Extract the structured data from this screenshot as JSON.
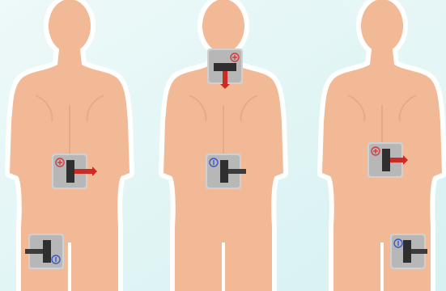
{
  "figure": {
    "colors": {
      "background": "#d6f1f1",
      "background_light": "#eef9f9",
      "skin": "#f2b996",
      "skin_shadow": "#e09e7a",
      "body_outline": "#ffffff",
      "pad_frame": "#d0d0d0",
      "pad_face": "#b7b7b7",
      "connector": "#2f2f2f",
      "cable_positive": "#cc2b24",
      "cable_negative": "#3b3b3b",
      "symbol_positive": "#d23b3b",
      "symbol_negative": "#3b57c9"
    },
    "figures": [
      {
        "name": "back-view-left",
        "electrodes": [
          {
            "name": "lower-back-electrode",
            "polarity": "positive",
            "symbol": "+",
            "icon": "plus-circle-icon",
            "cable": "red"
          },
          {
            "name": "thigh-electrode",
            "polarity": "negative",
            "symbol": "−",
            "icon": "minus-circle-icon",
            "cable": "black"
          }
        ]
      },
      {
        "name": "back-view-center",
        "electrodes": [
          {
            "name": "neck-electrode",
            "polarity": "positive",
            "symbol": "+",
            "icon": "plus-circle-icon",
            "cable": "red"
          },
          {
            "name": "lower-back-electrode",
            "polarity": "negative",
            "symbol": "−",
            "icon": "minus-circle-icon",
            "cable": "black"
          }
        ]
      },
      {
        "name": "back-view-right",
        "electrodes": [
          {
            "name": "lower-back-electrode",
            "polarity": "positive",
            "symbol": "+",
            "icon": "plus-circle-icon",
            "cable": "red"
          },
          {
            "name": "thigh-electrode",
            "polarity": "negative",
            "symbol": "−",
            "icon": "minus-circle-icon",
            "cable": "black"
          }
        ]
      }
    ]
  }
}
